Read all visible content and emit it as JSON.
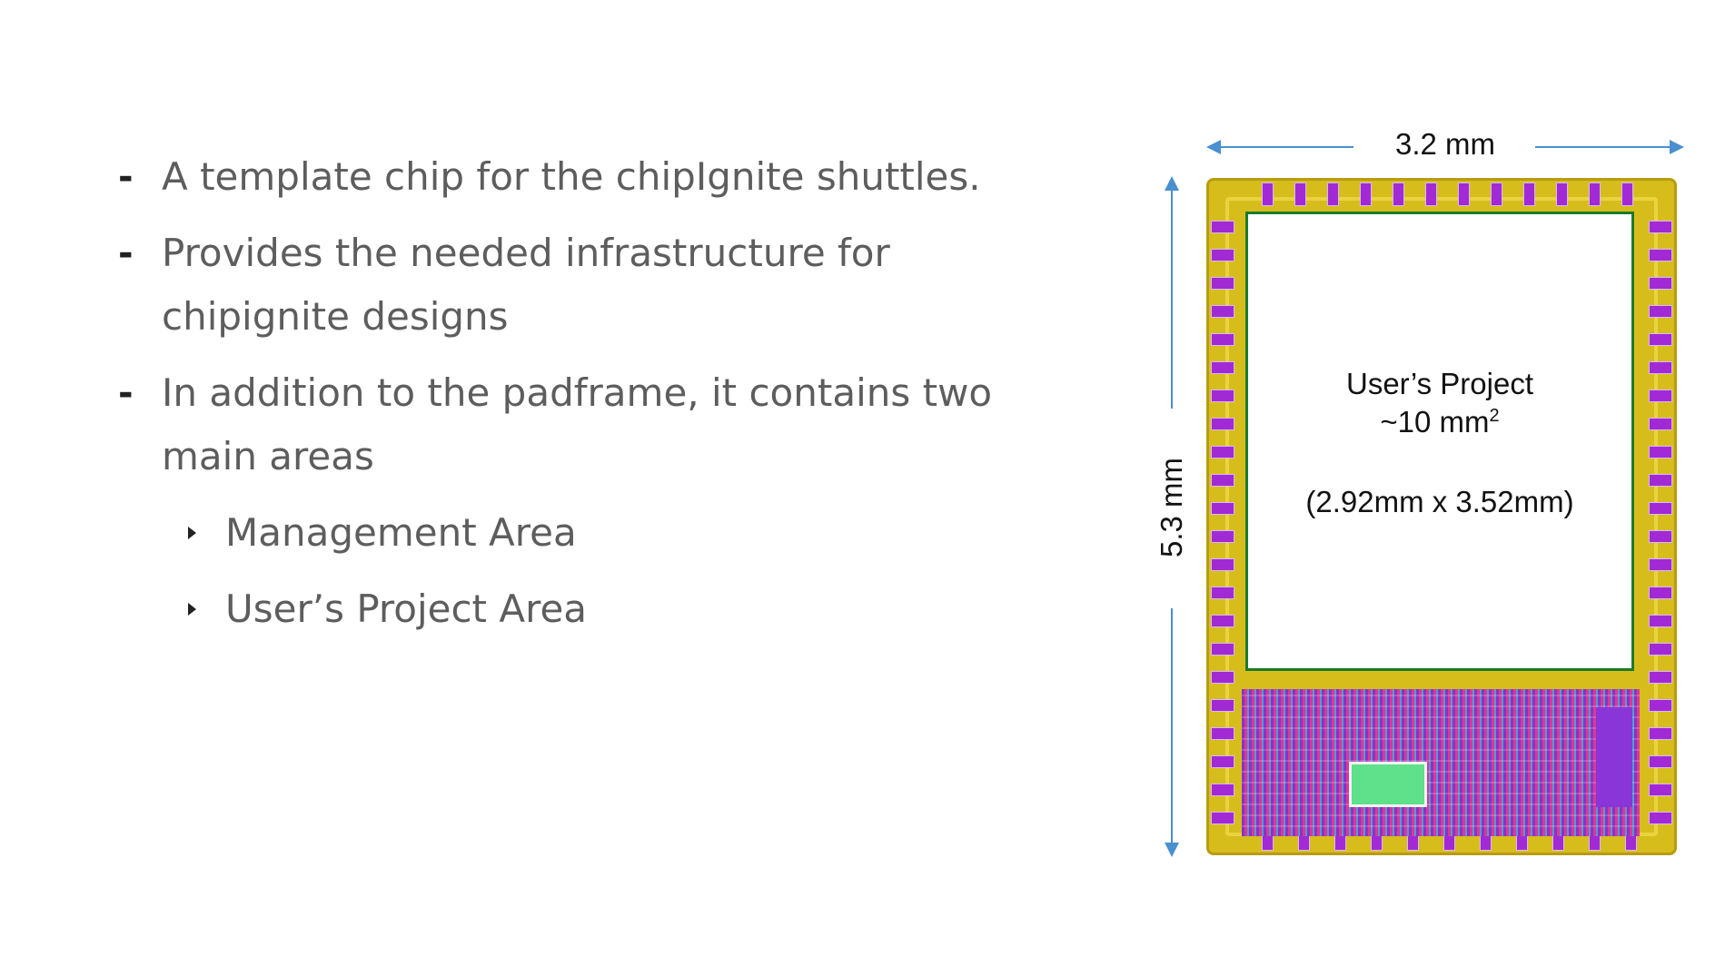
{
  "bullets": [
    {
      "text": "A template chip for the chipIgnite shuttles."
    },
    {
      "text": "Provides the needed infrastructure for chipignite designs"
    },
    {
      "text": "In addition to the padframe, it contains two main areas"
    }
  ],
  "sub_bullets": [
    {
      "text": "Management Area"
    },
    {
      "text": "User’s Project Area"
    }
  ],
  "figure": {
    "width_label": "3.2 mm",
    "height_label": "5.3 mm",
    "user_area": {
      "title": "User’s Project",
      "size": "~10 mm",
      "size_superscript": "2",
      "dimensions": "(2.92mm x 3.52mm)"
    }
  },
  "colors": {
    "text": "#5d5d5d",
    "arrow": "#4a8fd0",
    "pad": "#a22ad4",
    "chip_frame": "#d7bd1c",
    "user_area_border": "#1a7a2b"
  }
}
